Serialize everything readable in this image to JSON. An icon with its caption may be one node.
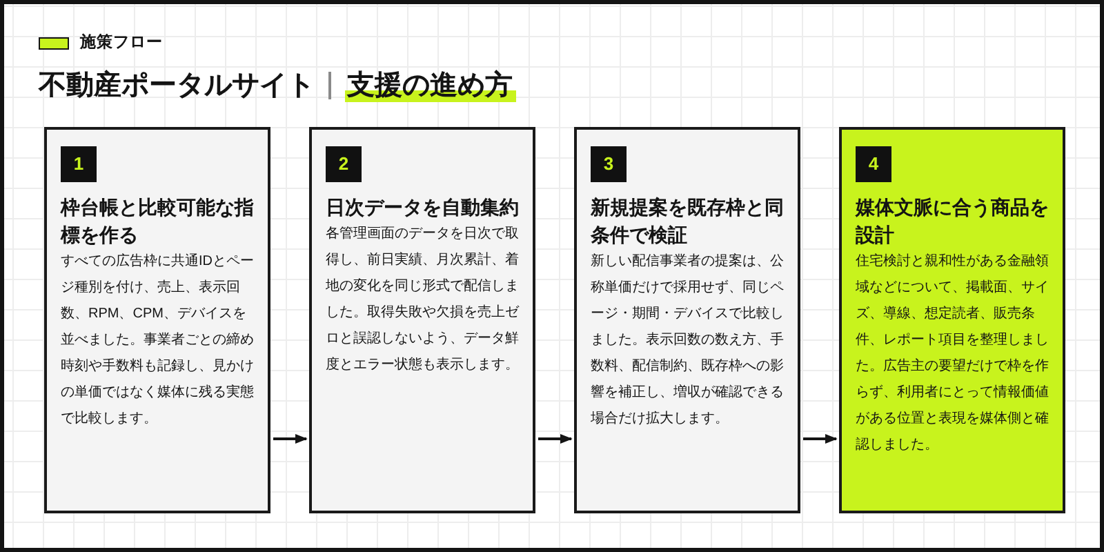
{
  "diagram": {
    "title": "不動産ポータルサイト",
    "nodes": [
      {
        "text": [
          "枠台帳と比較可能な指標を作る",
          "すべての広告枠に共通IDとページ種別を付け、売上、表示回数、RPM、CPM、デバイスを並べました。事業者ごとの締め時刻や手数料も記録し、見かけの単価ではなく媒体に残る実態で比較します。"
        ]
      },
      {
        "text": [
          "1"
        ],
        "in": 0
      },
      {
        "text": [
          "日次データを自動集約",
          "各管理画面のデータを日次で取得し、前日実績、月次累計、着地の変化を同じ形式で配信しました。取得失敗や欠損を売上ゼロと誤認しないよう、データ鮮度とエラー状態も表示します。"
        ]
      },
      {
        "text": [
          "2"
        ],
        "in": 2
      },
      {
        "text": [
          "新規提案を既存枠と同条件で検証",
          "新しい配信事業者の提案は、公称単価だけで採用せず、同じページ・期間・デバイスで比較しました。表示回数の数え方、手数料、配信制約、既存枠への影響を補正し、増収が確認できる場合だけ拡大します。"
        ]
      },
      {
        "text": [
          "3"
        ],
        "in": 4
      },
      {
        "text": [
          "媒体文脈に合う商品を設計",
          "住宅検討と親和性がある金融領域などについて、掲載面、サイズ、導線、想定読者、販売条件、レポート項目を整理しました。広告主の要望だけで枠を作らず、利用者にとって情報価値がある位置と表現を媒体側と確認しました。"
        ]
      },
      {
        "text": [
          "4"
        ],
        "in": 6
      }
    ],
    "edges": [
      {
        "from": 0,
        "to": 2,
        "arrow": "to"
      },
      {
        "from": 2,
        "to": 4,
        "arrow": "to"
      },
      {
        "from": 4,
        "to": 6,
        "arrow": "to"
      }
    ],
    "labels": [
      "施策フロー",
      "支援の進め方"
    ]
  }
}
